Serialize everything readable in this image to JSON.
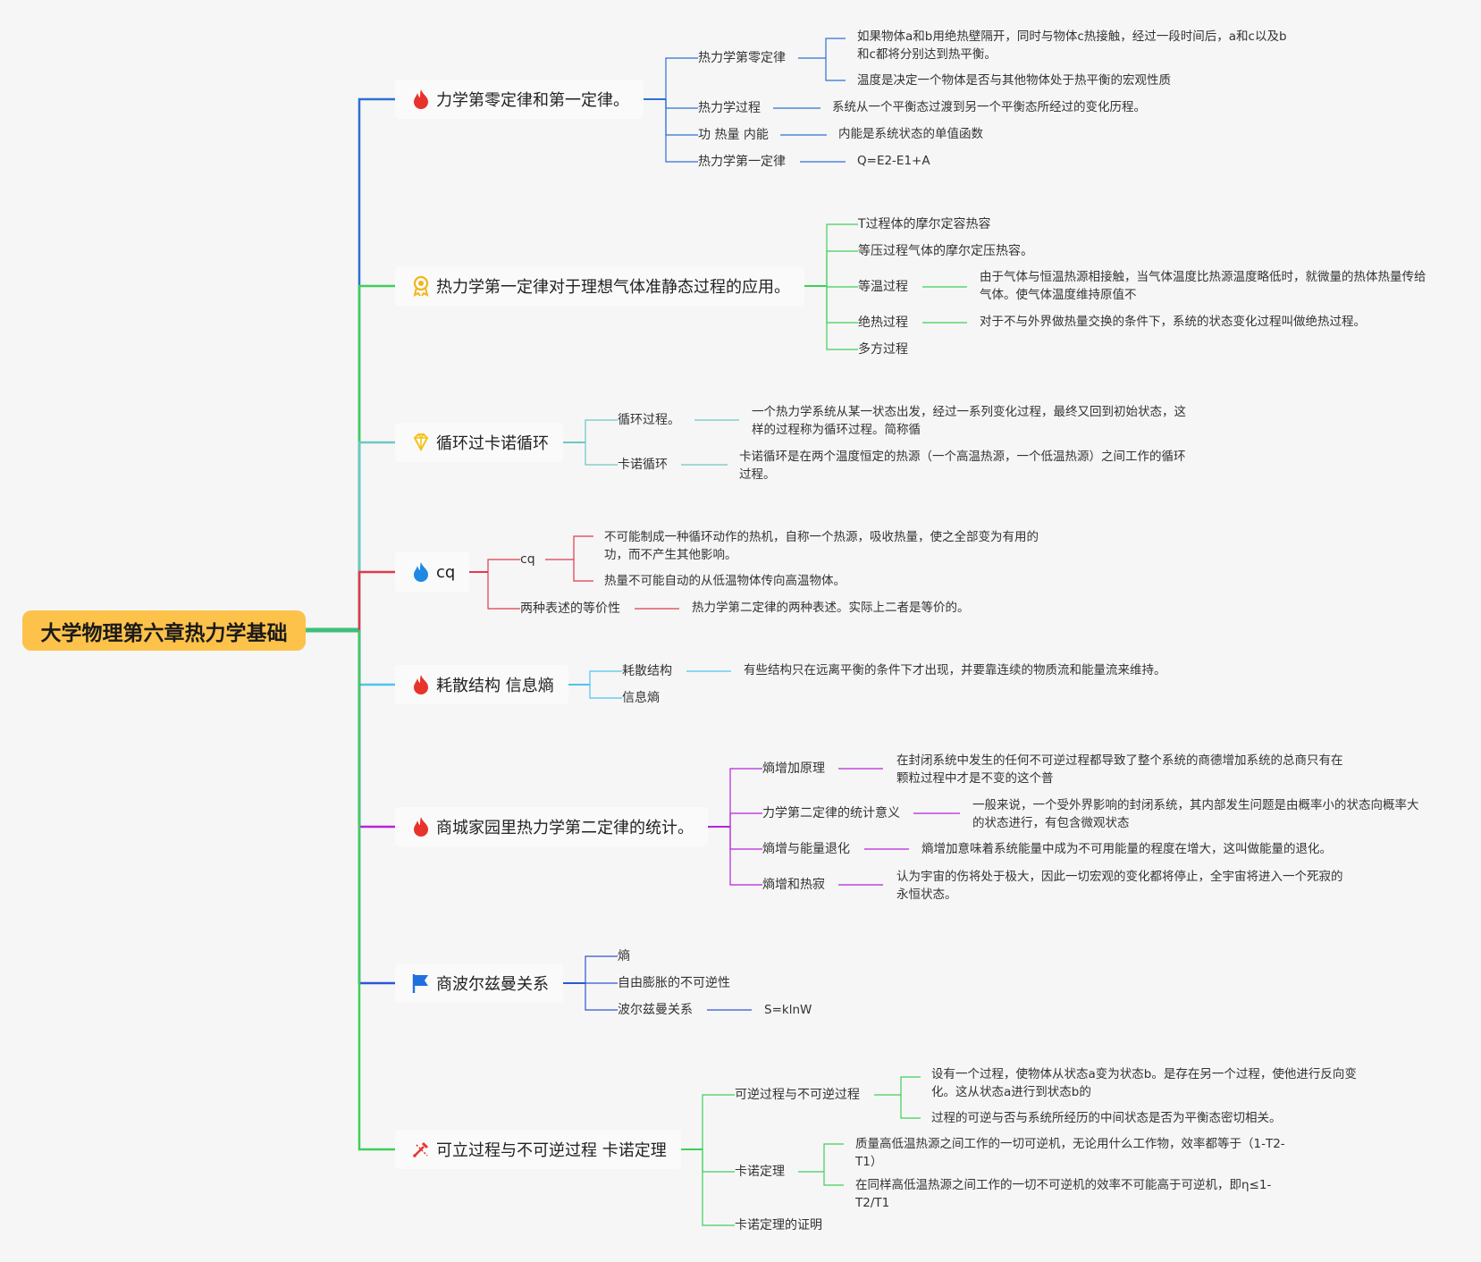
{
  "root": {
    "label": "大学物理第六章热力学基础"
  },
  "branches": [
    {
      "label": "力学第零定律和第一定律。",
      "icon": "flame-icon",
      "color": "#2f6fd1",
      "children": [
        {
          "label": "热力学第零定律",
          "details": [
            "如果物体a和b用绝热壁隔开，同时与物体c热接触，经过一段时间后，a和c以及b和c都将分别达到热平衡。",
            "温度是决定一个物体是否与其他物体处于热平衡的宏观性质"
          ]
        },
        {
          "label": "热力学过程",
          "details": [
            "系统从一个平衡态过渡到另一个平衡态所经过的变化历程。"
          ]
        },
        {
          "label": "功 热量 内能",
          "details": [
            "内能是系统状态的单值函数"
          ]
        },
        {
          "label": "热力学第一定律",
          "details": [
            "Q=E2-E1+A"
          ]
        }
      ]
    },
    {
      "label": "热力学第一定律对于理想气体准静态过程的应用。",
      "icon": "medal-icon",
      "color": "#3fcf5a",
      "children": [
        {
          "label": "T过程体的摩尔定容热容",
          "details": []
        },
        {
          "label": "等压过程气体的摩尔定压热容。",
          "details": []
        },
        {
          "label": "等温过程",
          "details": [
            "由于气体与恒温热源相接触，当气体温度比热源温度略低时，就微量的热体热量传给气体。使气体温度维持原值不"
          ]
        },
        {
          "label": "绝热过程",
          "details": [
            "对于不与外界做热量交换的条件下，系统的状态变化过程叫做绝热过程。"
          ]
        },
        {
          "label": "多方过程",
          "details": []
        }
      ]
    },
    {
      "label": "循环过卡诺循环",
      "icon": "diamond-icon",
      "color": "#6cc8c4",
      "children": [
        {
          "label": "循环过程。",
          "details": [
            "一个热力学系统从某一状态出发，经过一系列变化过程，最终又回到初始状态，这样的过程称为循环过程。简称循"
          ]
        },
        {
          "label": "卡诺循环",
          "details": [
            "卡诺循环是在两个温度恒定的热源（一个高温热源，一个低温热源）之间工作的循环过程。"
          ]
        }
      ]
    },
    {
      "label": "cq",
      "icon": "flame-icon",
      "color": "#e0394d",
      "children": [
        {
          "label": "cq",
          "details": [
            "不可能制成一种循环动作的热机，自称一个热源，吸收热量，使之全部变为有用的功，而不产生其他影响。",
            "热量不可能自动的从低温物体传向高温物体。"
          ]
        },
        {
          "label": "两种表述的等价性",
          "details": [
            "热力学第二定律的两种表述。实际上二者是等价的。"
          ]
        }
      ]
    },
    {
      "label": "耗散结构 信息熵",
      "icon": "flame-icon",
      "color": "#4fc3f0",
      "children": [
        {
          "label": "耗散结构",
          "details": [
            "有些结构只在远离平衡的条件下才出现，并要靠连续的物质流和能量流来维持。"
          ]
        },
        {
          "label": "信息熵",
          "details": []
        }
      ]
    },
    {
      "label": "商城家园里热力学第二定律的统计。",
      "icon": "flame-icon",
      "color": "#b524d8",
      "children": [
        {
          "label": "熵增加原理",
          "details": [
            "在封闭系统中发生的任何不可逆过程都导致了整个系统的商德增加系统的总商只有在颗粒过程中才是不变的这个普"
          ]
        },
        {
          "label": "力学第二定律的统计意义",
          "details": [
            "一般来说，一个受外界影响的封闭系统，其内部发生问题是由概率小的状态向概率大的状态进行，有包含微观状态"
          ]
        },
        {
          "label": "熵增与能量退化",
          "details": [
            "熵增加意味着系统能量中成为不可用能量的程度在增大，这叫做能量的退化。"
          ]
        },
        {
          "label": "熵增和热寂",
          "details": [
            "认为宇宙的伤将处于极大，因此一切宏观的变化都将停止，全宇宙将进入一个死寂的永恒状态。"
          ]
        }
      ]
    },
    {
      "label": "商波尔兹曼关系",
      "icon": "flag-icon",
      "color": "#2f55d1",
      "children": [
        {
          "label": "熵",
          "details": []
        },
        {
          "label": "自由膨胀的不可逆性",
          "details": []
        },
        {
          "label": "波尔兹曼关系",
          "details": [
            "S=klnW"
          ]
        }
      ]
    },
    {
      "label": "可立过程与不可逆过程 卡诺定理",
      "icon": "tools-icon",
      "color": "#3fcf5a",
      "children": [
        {
          "label": "可逆过程与不可逆过程",
          "details": [
            "设有一个过程，使物体从状态a变为状态b。是存在另一个过程，使他进行反向变化。这从状态a进行到状态b的",
            "过程的可逆与否与系统所经历的中间状态是否为平衡态密切相关。"
          ]
        },
        {
          "label": "卡诺定理",
          "details": [
            "质量高低温热源之间工作的一切可逆机，无论用什么工作物，效率都等于（1-T2-T1）",
            "在同样高低温热源之间工作的一切不可逆机的效率不可能高于可逆机，即η≤1-T2/T1"
          ]
        },
        {
          "label": "卡诺定理的证明",
          "details": []
        }
      ]
    }
  ]
}
